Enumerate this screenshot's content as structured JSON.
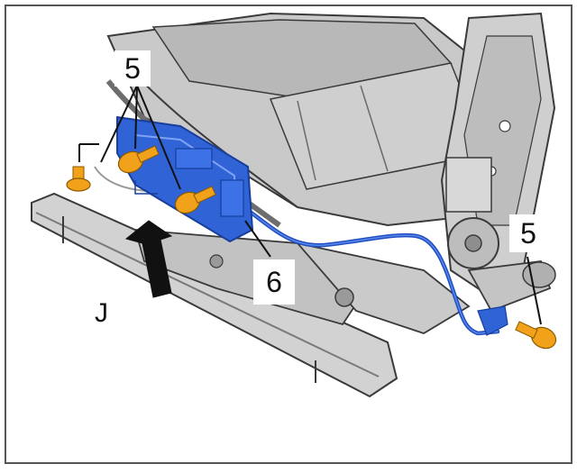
{
  "diagram": {
    "callouts": [
      {
        "id": "bolts-left",
        "text": "5"
      },
      {
        "id": "bolt-right",
        "text": "5"
      },
      {
        "id": "harness",
        "text": "6"
      }
    ],
    "view_letter": "J",
    "colors": {
      "seat": "#c9c9c9",
      "seat_dark": "#8e8e8e",
      "outline": "#3a3a3a",
      "module": "#2f63d6",
      "wire": "#1f4fc0",
      "bolt": "#f2a21a",
      "arrow": "#111111"
    },
    "icons": [
      "arrow-up-icon",
      "bolt-icon",
      "wiring-harness-icon",
      "control-module-icon",
      "seat-frame-icon"
    ]
  }
}
